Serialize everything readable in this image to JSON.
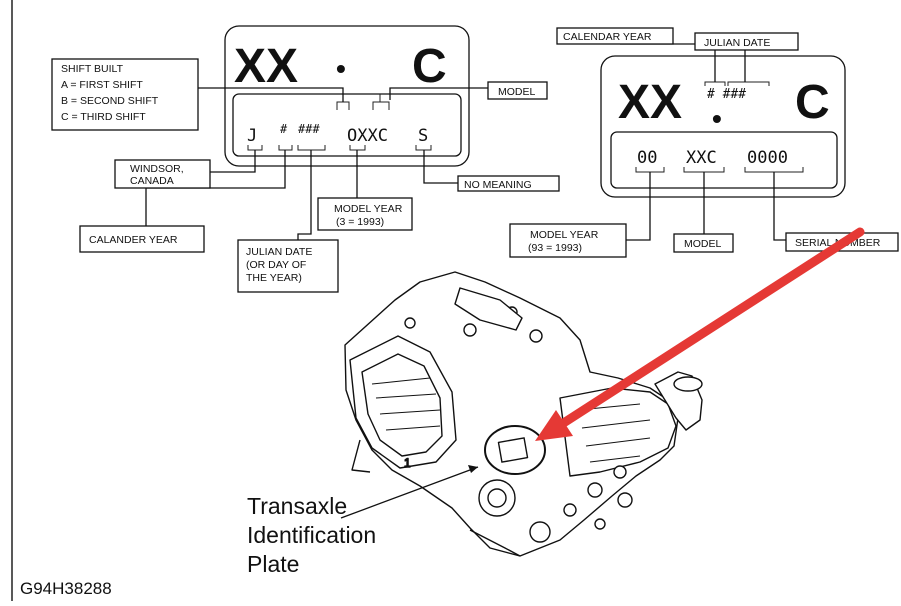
{
  "plate_left": {
    "big_prefix": "XX",
    "big_dot": "•",
    "big_suffix": "C",
    "row": {
      "plant": "J",
      "year_digit": "#",
      "julian": "###",
      "model": "OXXC",
      "meaningless": "S"
    }
  },
  "plate_right": {
    "big_prefix": "XX",
    "big_dot": "•",
    "date_code": "#  ###",
    "big_suffix": "C",
    "row": {
      "model_year": "00",
      "model": "XXC",
      "serial": "0000"
    }
  },
  "labels": {
    "shift_built": [
      "SHIFT BUILT",
      "A = FIRST SHIFT",
      "B = SECOND SHIFT",
      "C = THIRD SHIFT"
    ],
    "windsor": [
      "WINDSOR,",
      "CANADA"
    ],
    "calander_year": "CALANDER YEAR",
    "julian_date_left": [
      "JULIAN DATE",
      "(OR DAY OF",
      "THE YEAR)"
    ],
    "model_year_left": [
      "MODEL YEAR",
      "(3 = 1993)"
    ],
    "model_left": "MODEL",
    "no_meaning": "NO MEANING",
    "calendar_year_right": "CALENDAR YEAR",
    "julian_date_right": "JULIAN DATE",
    "model_year_right": [
      "MODEL YEAR",
      "(93 = 1993)"
    ],
    "model_right": "MODEL",
    "serial_number": "SERIAL NUMBER"
  },
  "callout": [
    "Transaxle",
    "Identification",
    "Plate"
  ],
  "figure_id": "G94H38288",
  "colors": {
    "arrow": "#e53935",
    "ink": "#111111"
  }
}
